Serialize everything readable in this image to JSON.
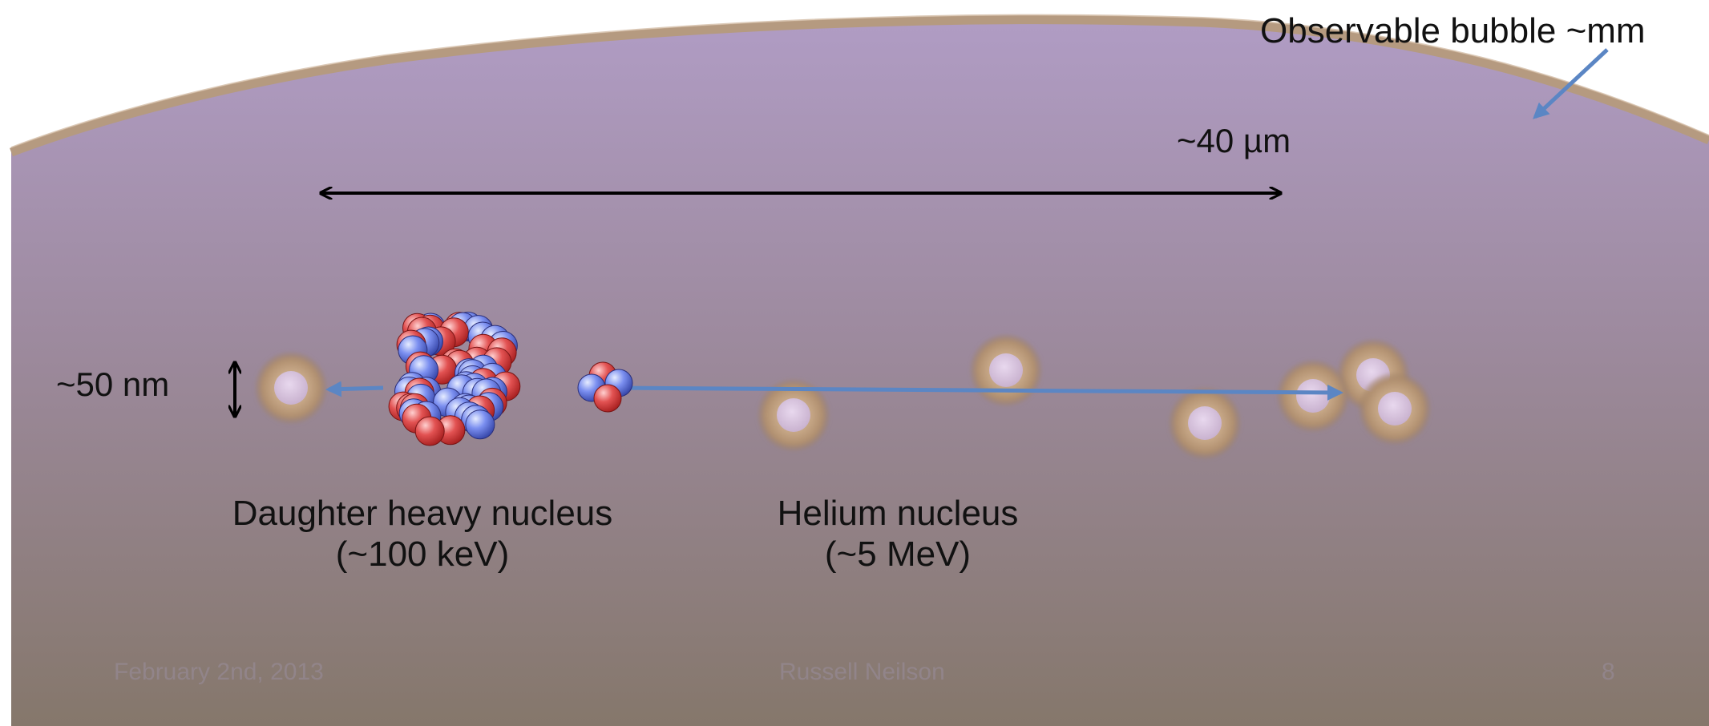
{
  "labels": {
    "bubble": "Observable bubble ~mm",
    "scale_track": "~40 µm",
    "scale_bubble": "~50 nm",
    "daughter_line1": "Daughter heavy nucleus",
    "daughter_line2": "(~100 keV)",
    "helium_line1": "Helium nucleus",
    "helium_line2": "(~5 MeV)"
  },
  "footer": {
    "date": "February 2nd, 2013",
    "author": "Russell Neilson",
    "page": "8"
  },
  "colors": {
    "bubble_top": "#b09cc4",
    "bubble_bottom": "#87786d",
    "bubble_rim": "#b89a82",
    "track_arrow": "#5b86c4",
    "proton": "#e04848",
    "neutron": "#6f84e6",
    "micro_bubble_ring": "#b89a7a",
    "micro_bubble_core": "#d7c3dc"
  }
}
